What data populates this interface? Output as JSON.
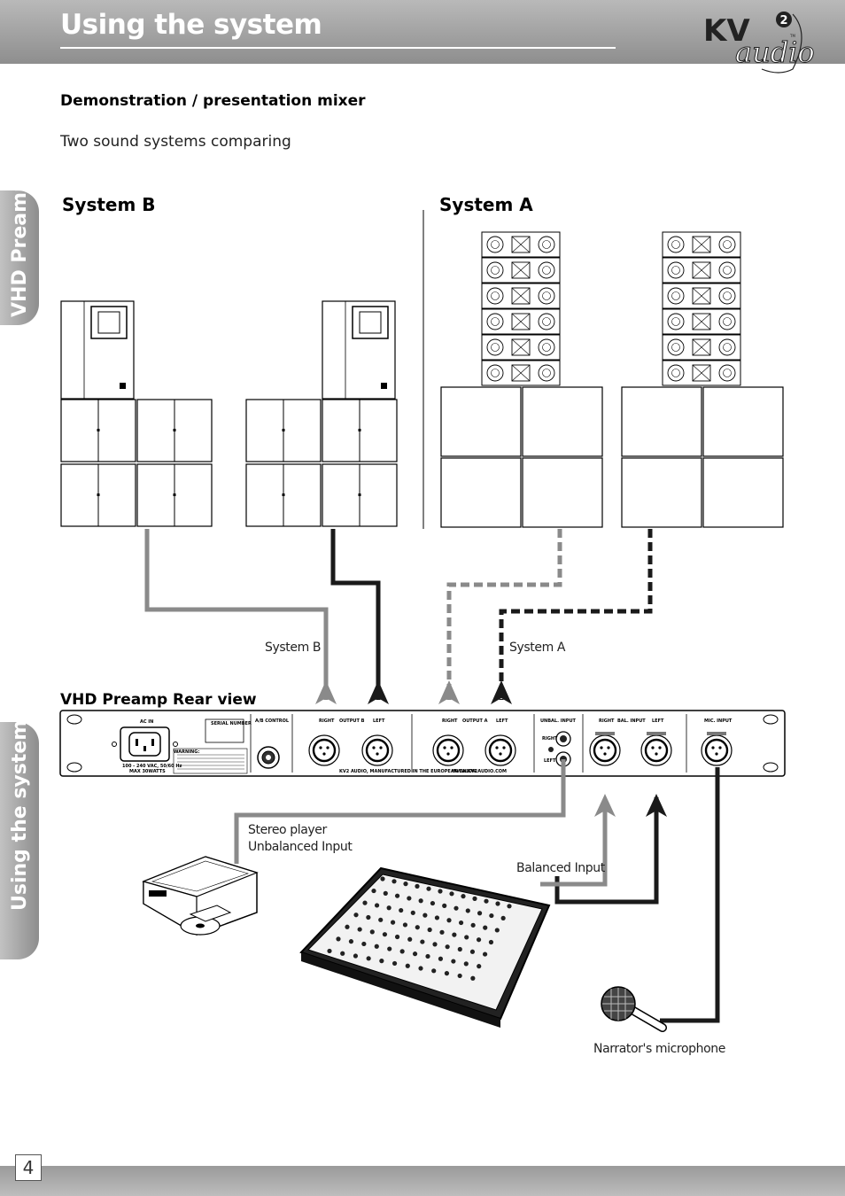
{
  "header": {
    "title": "Using the system"
  },
  "logo": {
    "brand": "KV",
    "script": "audio",
    "superscript": "2",
    "tm": "TM"
  },
  "side_tabs": {
    "top": "VHD Preamp",
    "bottom": "Using the system"
  },
  "section": {
    "title": "Demonstration / presentation mixer",
    "subtitle": "Two sound systems comparing"
  },
  "systems": {
    "b_heading": "System B",
    "a_heading": "System A"
  },
  "cable_labels": {
    "system_b": "System B",
    "system_a": "System A"
  },
  "rear_view": {
    "title": "VHD Preamp Rear view"
  },
  "panel": {
    "ac_in": "AC IN",
    "serial_number": "SERIAL NUMBER",
    "warning": "WARNING:",
    "power_spec": "100 - 240 VAC, 50/60 Hz",
    "max_watts": "MAX 30WATTS",
    "ab_control": "A/B CONTROL",
    "output_b": "OUTPUT B",
    "output_a": "OUTPUT A",
    "unbal_input": "UNBAL. INPUT",
    "bal_input": "BAL. INPUT",
    "mic_input": "MIC. INPUT",
    "right": "RIGHT",
    "left": "LEFT",
    "footer_text": "KV2 AUDIO,   MANUFACTURED IN THE EUROPEAN UNION.",
    "website": "WWW.KV2AUDIO.COM"
  },
  "sources": {
    "stereo_player_line1": "Stereo player",
    "stereo_player_line2": "Unbalanced Input",
    "balanced_input": "Balanced Input",
    "microphone": "Narrator's microphone"
  },
  "footer": {
    "page_number": "4"
  },
  "colors": {
    "header_gray": "#a3a3a3",
    "cable_gray": "#8a8a8a",
    "cable_black": "#1a1a1a"
  }
}
